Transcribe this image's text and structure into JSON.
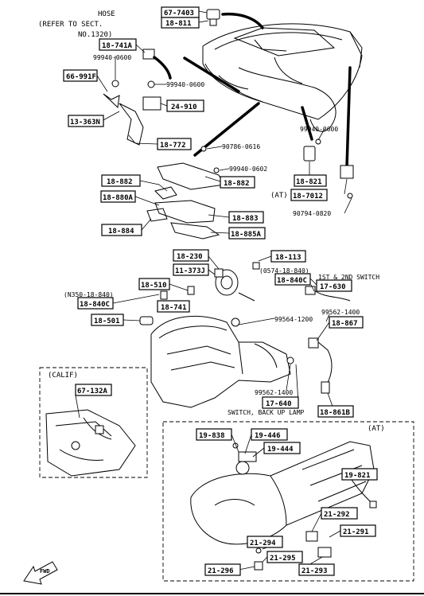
{
  "top_note": {
    "line1": "HOSE",
    "line2": "(REFER TO SECT.",
    "line3": "NO.1320)"
  },
  "part_refs": {
    "r67_7403": "67-7403",
    "r18_811": "18-811",
    "r18_741A": "18-741A",
    "r66_991F": "66-991F",
    "r13_363N": "13-363N",
    "r24_910": "24-910",
    "r18_772": "18-772",
    "r18_882a": "18-882",
    "r18_882b": "18-882",
    "r18_880A": "18-880A",
    "r18_884": "18-884",
    "r18_883": "18-883",
    "r18_885A": "18-885A",
    "r18_821": "18-821",
    "r18_7012": "18-7012",
    "r18_230": "18-230",
    "r18_113": "18-113",
    "r11_373J": "11-373J",
    "r18_840C_a": "18-840C",
    "r17_630": "17-630",
    "r18_510": "18-510",
    "r18_840C_b": "18-840C",
    "r18_741": "18-741",
    "r18_501": "18-501",
    "r18_867": "18-867",
    "r67_132A": "67-132A",
    "r17_640": "17-640",
    "r18_861B": "18-861B",
    "r19_838": "19-838",
    "r19_446": "19-446",
    "r19_444": "19-444",
    "r19_821": "19-821",
    "r21_292": "21-292",
    "r21_291": "21-291",
    "r21_294": "21-294",
    "r21_295": "21-295",
    "r21_296": "21-296",
    "r21_293": "21-293"
  },
  "fasteners": {
    "f99940_0600_a": "99940-0600",
    "f99940_0600_b": "99940-0600",
    "f99940_0600_c": "99940-0600",
    "f90786_0616": "90786-0616",
    "f99940_0602": "99940-0602",
    "f90794_0820": "90794-0820",
    "f99562_1400_a": "99562-1400",
    "f99564_1200": "99564-1200",
    "f99562_1400_b": "99562-1400"
  },
  "notes": {
    "at_prefix": "(AT)",
    "code_0574": "(0574-18-840)",
    "code_n350": "(N350-18-840)",
    "switch_1st_2nd": "1ST & 2ND SWITCH",
    "switch_backup": "SWITCH, BACK UP LAMP",
    "calif": "(CALIF)",
    "at_inset": "(AT)",
    "fwd": "FWD"
  }
}
